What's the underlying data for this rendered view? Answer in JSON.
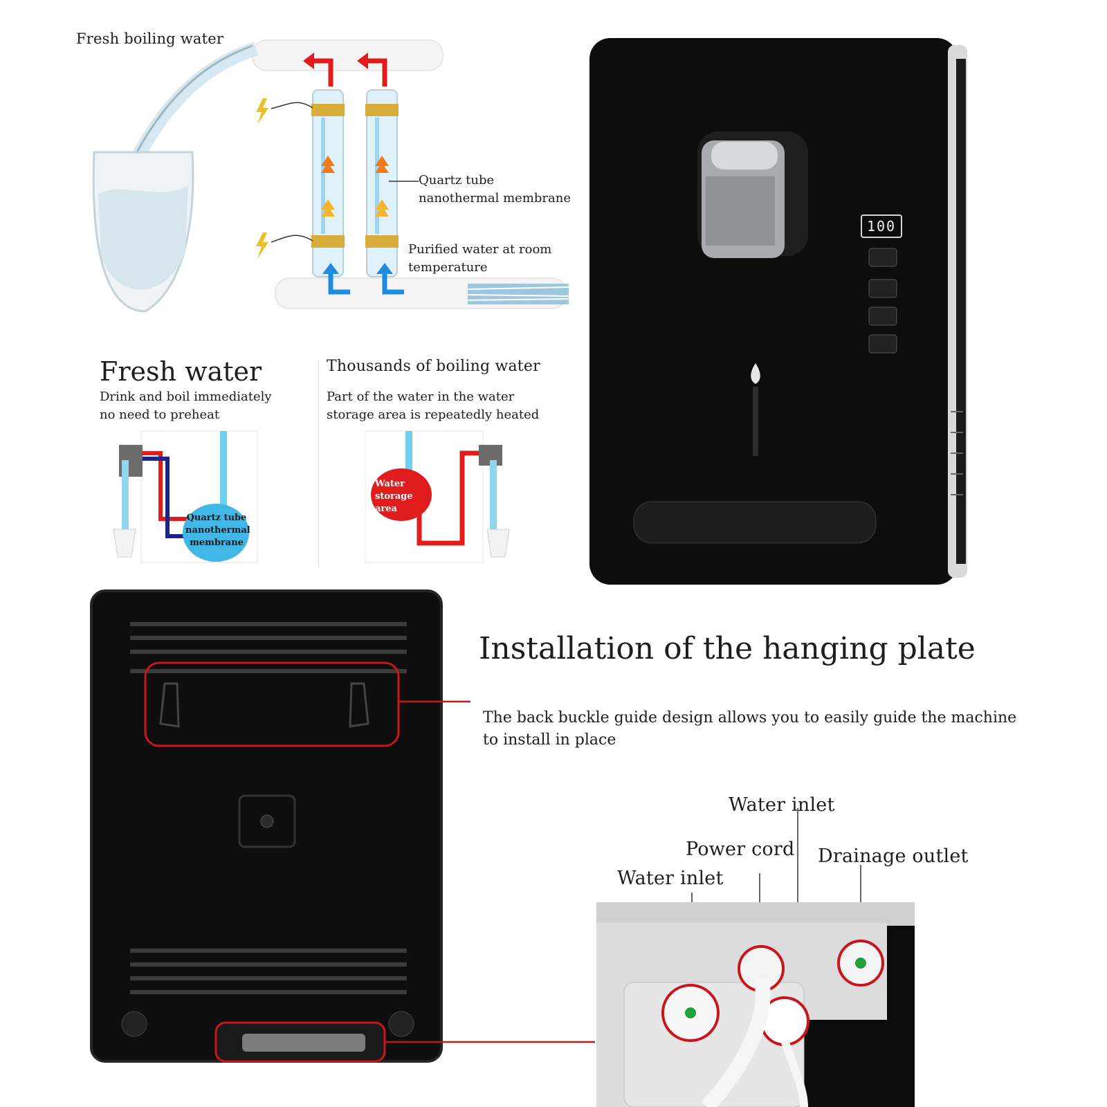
{
  "top_diagram": {
    "fresh_boiling_label": "Fresh boiling water",
    "quartz_label": "Quartz tube nanothermal membrane",
    "purified_label": "Purified water at room temperature"
  },
  "comparison": {
    "left": {
      "title": "Fresh water",
      "subtitle": "Drink and boil immediately no need to preheat",
      "bubble_label": "Quartz tube nanothermal membrane"
    },
    "right": {
      "title": "Thousands of boiling water",
      "subtitle": "Part of the water in the water storage area is repeatedly heated",
      "bubble_label": "Water storage area"
    }
  },
  "dispenser": {
    "display_value": "100"
  },
  "installation": {
    "title": "Installation of the hanging plate",
    "description": "The back buckle guide design allows you to easily guide the machine to install in place"
  },
  "ports": {
    "water_inlet_top": "Water inlet",
    "power_cord": "Power cord",
    "drainage_outlet": "Drainage outlet",
    "water_inlet_left": "Water inlet"
  },
  "colors": {
    "accent_red": "#c8161d",
    "hot_red": "#e01c1c",
    "cool_blue": "#1d8be0",
    "light_blue": "#58c6ee",
    "device_black": "#0d0d0d"
  },
  "icons": [
    "lightning-icon",
    "arrow-up-icon",
    "water-drop-icon"
  ]
}
